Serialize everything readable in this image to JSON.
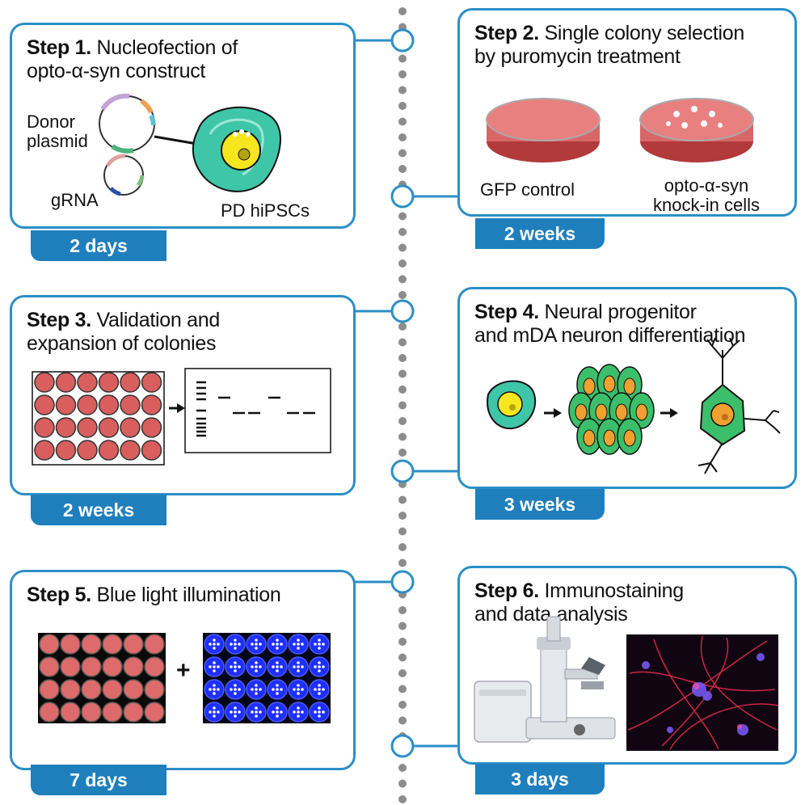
{
  "timeline": {
    "color": "#2c8fc6",
    "dot_color": "#8c8c8c"
  },
  "steps": [
    {
      "id": 1,
      "step_label": "Step 1.",
      "title_line1": "Nucleofection of",
      "title_line2": "opto-α-syn construct",
      "duration": "2 days",
      "labels": {
        "donor_line1": "Donor",
        "donor_line2": "plasmid",
        "grna": "gRNA",
        "cells": "PD hiPSCs"
      }
    },
    {
      "id": 2,
      "step_label": "Step 2.",
      "title_line1": "Single colony selection",
      "title_line2": "by puromycin treatment",
      "duration": "2 weeks",
      "labels": {
        "control": "GFP control",
        "knockin_line1": "opto-α-syn",
        "knockin_line2": "knock-in cells"
      }
    },
    {
      "id": 3,
      "step_label": "Step 3.",
      "title_line1": "Validation and",
      "title_line2": "expansion of colonies",
      "duration": "2 weeks"
    },
    {
      "id": 4,
      "step_label": "Step 4.",
      "title_line1": "Neural progenitor",
      "title_line2": "and mDA neuron differentiation",
      "duration": "3 weeks"
    },
    {
      "id": 5,
      "step_label": "Step 5.",
      "title_line1": "Blue light illumination",
      "title_line2": "",
      "duration": "7 days",
      "plus": "+"
    },
    {
      "id": 6,
      "step_label": "Step 6.",
      "title_line1": "Immunostaining",
      "title_line2": "and data analysis",
      "duration": "3 days"
    }
  ]
}
